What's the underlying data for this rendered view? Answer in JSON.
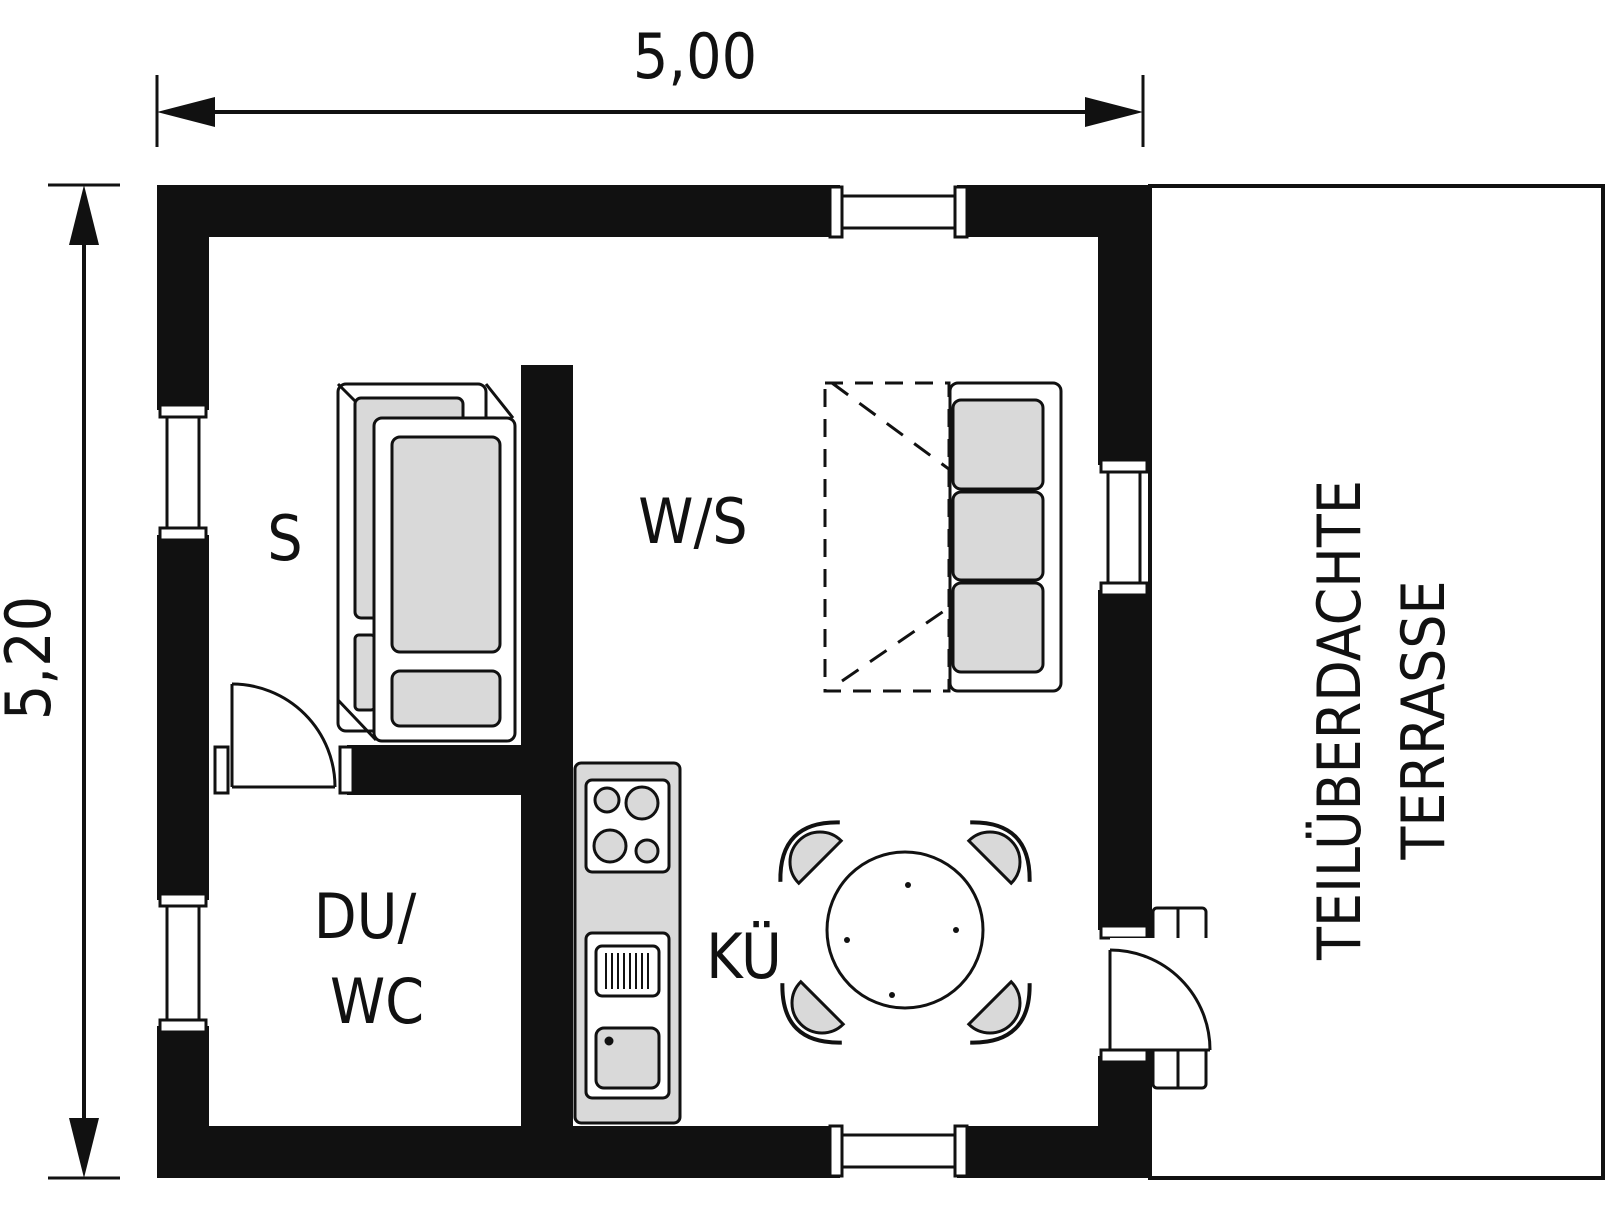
{
  "dimensions": {
    "width": "5,00",
    "height": "5,20"
  },
  "rooms": {
    "sauna": "S",
    "living": "W/S",
    "bath_line1": "DU/",
    "bath_line2": "WC",
    "kitchen": "KÜ"
  },
  "terrace": {
    "line1": "TEILÜBERDACHTE",
    "line2": "TERRASSE"
  },
  "colors": {
    "wall": "#111111",
    "furniture_fill": "#d9d9d9",
    "counter_fill": "#d9d9d9",
    "background": "#ffffff"
  }
}
